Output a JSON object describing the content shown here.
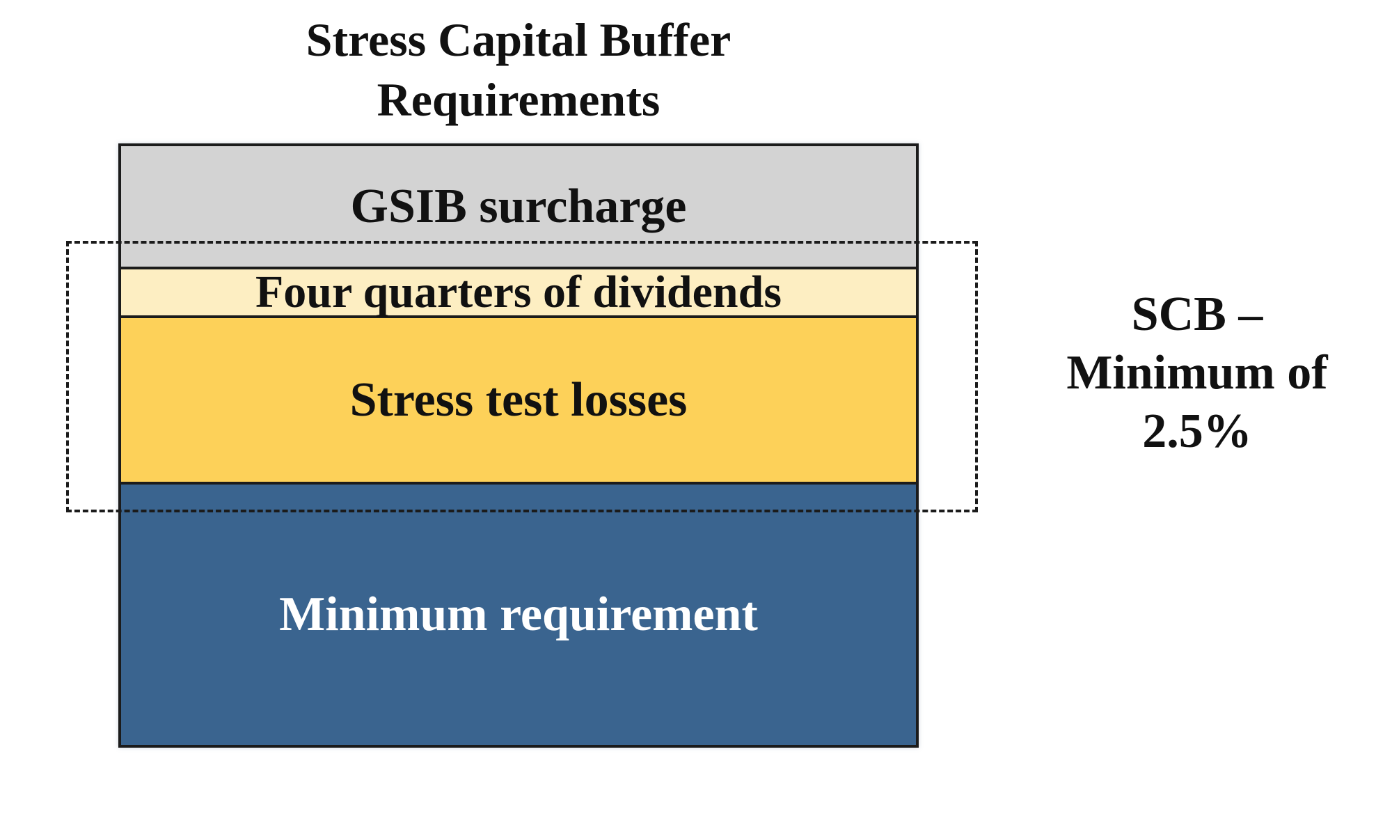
{
  "title": {
    "line1": "Stress Capital Buffer",
    "line2": "Requirements"
  },
  "layers": {
    "gsib": "GSIB surcharge",
    "dividends": "Four quarters of dividends",
    "stress_losses": "Stress test losses",
    "minimum": "Minimum requirement"
  },
  "scb_label": {
    "line1": "SCB –",
    "line2": "Minimum of",
    "line3": "2.5%"
  },
  "colors": {
    "gsib": "#d3d3d3",
    "dividends": "#fdeec2",
    "stress_losses": "#fdd159",
    "minimum": "#3a648f"
  }
}
